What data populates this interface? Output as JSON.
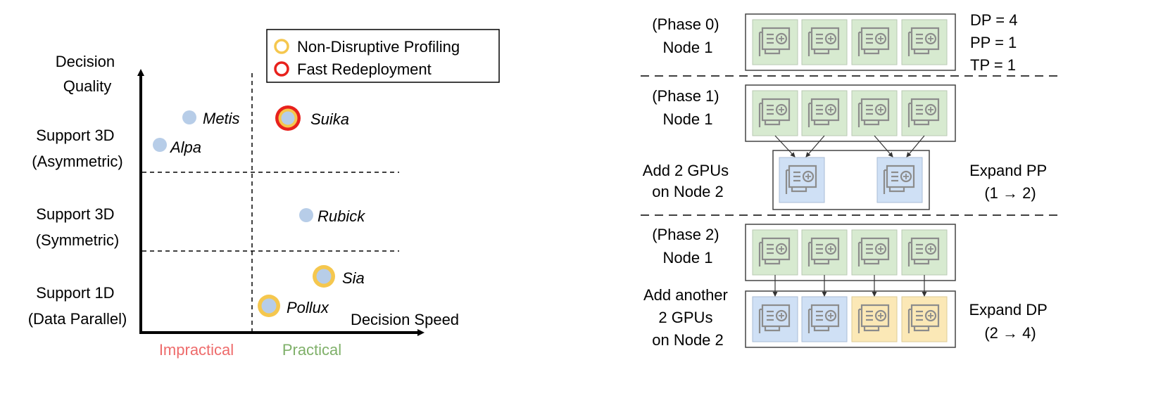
{
  "left_panel": {
    "y_axis_title": [
      "Decision",
      "Quality"
    ],
    "x_axis_title": "Decision Speed",
    "row_labels": [
      [
        "Support 3D",
        "(Asymmetric)"
      ],
      [
        "Support 3D",
        "(Symmetric)"
      ],
      [
        "Support 1D",
        "(Data Parallel)"
      ]
    ],
    "region_labels": {
      "impractical": "Impractical",
      "practical": "Practical"
    },
    "legend": {
      "non_disruptive": "Non-Disruptive Profiling",
      "fast_redeploy": "Fast Redeployment"
    },
    "systems": {
      "metis": "Metis",
      "alpa": "Alpa",
      "suika": "Suika",
      "rubick": "Rubick",
      "sia": "Sia",
      "pollux": "Pollux"
    },
    "colors": {
      "point": "#b7cde8",
      "ring_yellow": "#f5c74e",
      "ring_red": "#e8211c",
      "impractical": "#ee6b6b",
      "practical": "#7fb069"
    }
  },
  "right_panel": {
    "phase0": [
      "(Phase 0)",
      "Node 1"
    ],
    "phase1": [
      "(Phase 1)",
      "Node 1"
    ],
    "phase1_add": [
      "Add 2 GPUs",
      "on Node 2"
    ],
    "phase1_expand": [
      "Expand PP",
      "(1 → 2)"
    ],
    "phase2": [
      "(Phase 2)",
      "Node 1"
    ],
    "phase2_add": [
      "Add another",
      "2 GPUs",
      "on Node 2"
    ],
    "phase2_expand": [
      "Expand DP",
      "(2 → 4)"
    ],
    "config": [
      "DP = 4",
      "PP = 1",
      "TP = 1"
    ],
    "colors": {
      "gpu_green": "#d7ead0",
      "gpu_blue": "#cfe0f5",
      "gpu_yellow": "#fbe8b6",
      "gpu_icon": "#8c8c8c"
    }
  }
}
